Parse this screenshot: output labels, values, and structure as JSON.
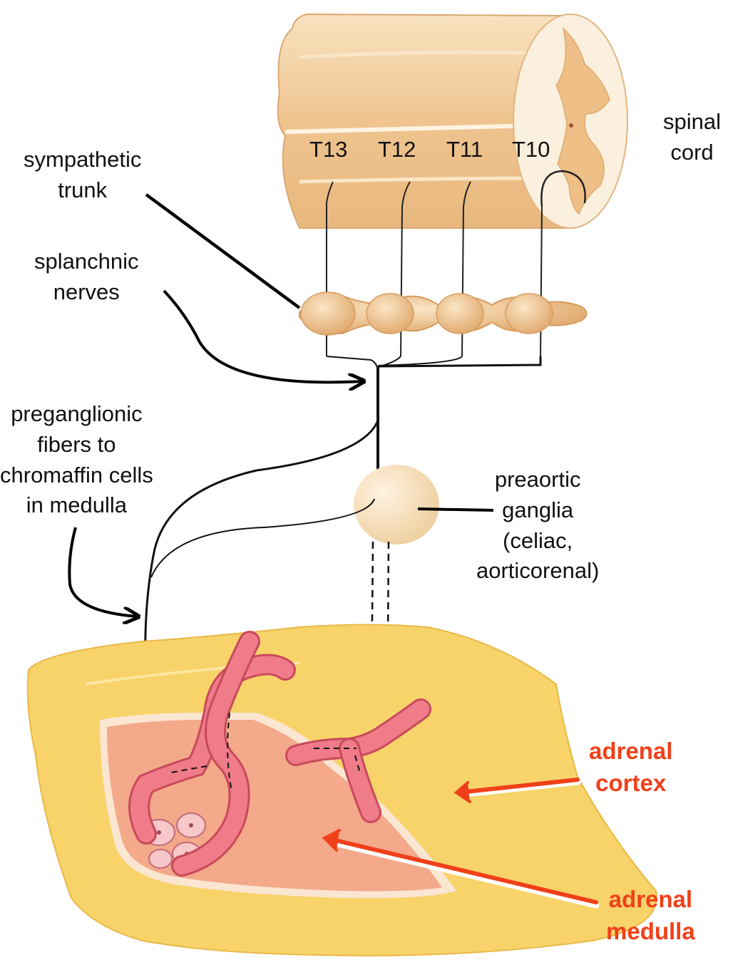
{
  "labels": {
    "spinal_cord": [
      "spinal",
      "cord"
    ],
    "segments": [
      "T13",
      "T12",
      "T11",
      "T10"
    ],
    "sympathetic_trunk": [
      "sympathetic",
      "trunk"
    ],
    "splanchnic_nerves": [
      "splanchnic",
      "nerves"
    ],
    "preganglionic": [
      "preganglionic",
      "fibers to",
      "chromaffin cells",
      "in medulla"
    ],
    "preaortic": [
      "preaortic",
      "ganglia",
      "(celiac,",
      "aorticorenal)"
    ],
    "adrenal_cortex": [
      "adrenal",
      "cortex"
    ],
    "adrenal_medulla": [
      "adrenal",
      "medulla"
    ]
  },
  "colors": {
    "spinal_cord": "#f2cf9e",
    "ganglia": "#efc591",
    "preaortic_ganglion": "#f7dcb4",
    "cortex": "#f8d36a",
    "medulla": "#f3a98a",
    "vessel": "#e86a78",
    "highlight_label": "#f0401a"
  }
}
